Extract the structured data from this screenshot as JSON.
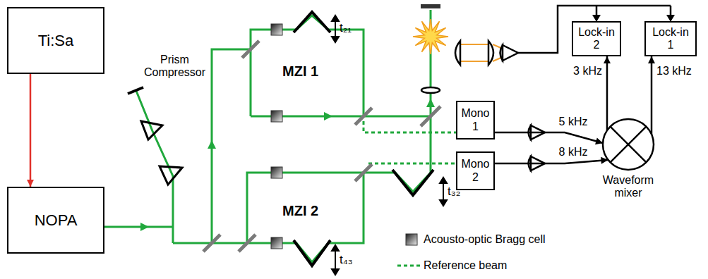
{
  "diagram": {
    "nodes": [
      {
        "text": [
          "Ti:Sa"
        ]
      },
      {
        "text": [
          "NOPA"
        ]
      },
      {
        "text": [
          "Lock-in 2"
        ]
      },
      {
        "text": [
          "Lock-in 1"
        ]
      },
      {
        "text": [
          "Mono 1"
        ]
      },
      {
        "text": [
          "Mono 2"
        ]
      },
      {
        "text": [
          "Waveform mixer"
        ]
      }
    ],
    "edges": [
      {
        "from": 0,
        "to": 1,
        "arrow": "to"
      },
      {
        "from": 4,
        "to": 6,
        "label": "5 kHz",
        "arrow": "to"
      },
      {
        "from": 5,
        "to": 6,
        "label": "8 kHz",
        "arrow": "to"
      },
      {
        "from": 6,
        "to": 2,
        "label": "3 kHz",
        "arrow": "to"
      },
      {
        "from": 6,
        "to": 3,
        "label": "13 kHz",
        "arrow": "to"
      }
    ],
    "labels": [
      "Prism Compressor",
      "MZI 1",
      "t₂₁",
      "MZI 2",
      "t₃₂",
      "t₄₃"
    ],
    "legend": [
      {
        "text": "Acousto-optic Bragg cell"
      },
      {
        "text": "Reference beam"
      }
    ]
  }
}
